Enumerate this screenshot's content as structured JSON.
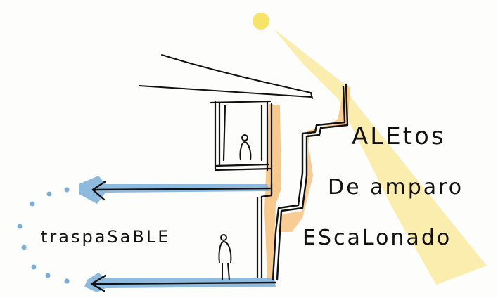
{
  "labels": {
    "aletos": "ALEtos",
    "de_amparo": "De amparo",
    "escalonado": "EScaLonado",
    "traspasable": "traspaSaBLE"
  },
  "colors": {
    "sun": "#f6e36a",
    "sunbeam": "#faeaa0",
    "shade_orange": "#f7bf7a",
    "floor_blue": "#7aaed8",
    "ink": "#111111"
  }
}
